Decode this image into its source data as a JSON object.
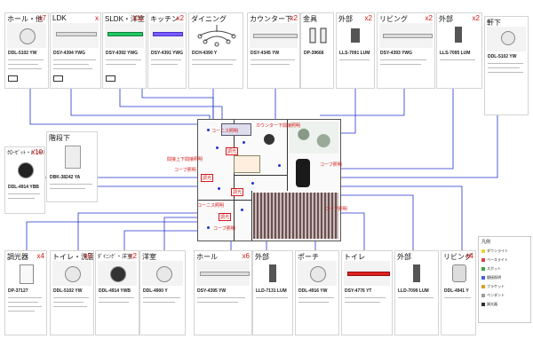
{
  "top_cards": [
    {
      "title": "ホール・他",
      "qty": "x7",
      "model": "DDL-5102 YW"
    },
    {
      "title": "LDK",
      "qty": "x",
      "model": "DSY-4394 YWG"
    },
    {
      "title": "SLDK・洋室",
      "qty": "x11",
      "model": "DSY-4392 YWG"
    },
    {
      "title": "キッチン",
      "qty": "x2",
      "model": "DSY-4391 YWG"
    },
    {
      "title": "ダイニング",
      "qty": "",
      "model": "DCH-4390 Y"
    },
    {
      "title": "カウンター下",
      "qty": "x2",
      "model": "DSY-4345 YW"
    },
    {
      "title": "金具",
      "qty": "",
      "model": "DP-39666"
    },
    {
      "title": "外部",
      "qty": "x2",
      "model": "LLS-7091 LUM"
    },
    {
      "title": "リビング",
      "qty": "x2",
      "model": "DSY-4393 YWG"
    },
    {
      "title": "外部",
      "qty": "x2",
      "model": "LLS-7095 LUM"
    },
    {
      "title": "軒下",
      "qty": "",
      "model": "DDL-5102 YW"
    }
  ],
  "mid_left_cards": [
    {
      "title": "ｸﾛｰｾﾞｯﾄ・ﾊﾟﾝﾄﾘｰ",
      "qty": "x10",
      "model": "DDL-4914 YBB"
    },
    {
      "title": "階段下",
      "qty": "",
      "model": "DBK-38242 YA"
    }
  ],
  "bottom_cards": [
    {
      "title": "調光器",
      "qty": "x4",
      "model": "DP-37127"
    },
    {
      "title": "トイレ・洗面",
      "qty": "x5",
      "model": "DDL-5102 YW"
    },
    {
      "title": "ﾀﾞｲﾆﾝｸﾞ・洋室",
      "qty": "x2",
      "model": "DDL-4914 YWB"
    },
    {
      "title": "洋室",
      "qty": "",
      "model": "DDL-4900 Y"
    },
    {
      "title": "ホール",
      "qty": "x6",
      "model": "DSY-4395 YW"
    },
    {
      "title": "外部",
      "qty": "",
      "model": "LLD-7131 LUM"
    },
    {
      "title": "ポーチ",
      "qty": "",
      "model": "DDL-4916 YW"
    },
    {
      "title": "トイレ",
      "qty": "",
      "model": "DSY-4776 YT"
    },
    {
      "title": "外部",
      "qty": "",
      "model": "LLD-7099 LUM"
    },
    {
      "title": "リビング",
      "qty": "x4",
      "model": "DDL-4941 Y"
    }
  ],
  "plan_annotations": {
    "a1": "コーニス照明",
    "a2": "カウンター下間接照明",
    "a3": "間接上下間接照明",
    "a4": "コーブ照明",
    "a5": "コーブ照明",
    "a6": "コーニス照明",
    "a7": "コーブ照明",
    "a8": "コーブ照明",
    "t1": "調光",
    "t2": "調光",
    "t3": "調光",
    "t4": "調光"
  },
  "legend": {
    "title": "凡例",
    "rows": [
      "ダウンライト",
      "ベースライト",
      "スポット",
      "間接照明",
      "ブラケット",
      "ペンダント",
      "調光器"
    ]
  },
  "colors": {
    "accent_red": "#d01818",
    "wire_blue": "#2233cc",
    "lamp_green": "#20c860"
  }
}
